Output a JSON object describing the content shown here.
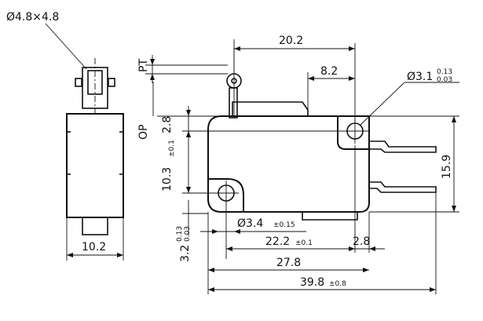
{
  "labels": {
    "roller_size": "Ø4.8×4.8",
    "pt": "PT",
    "op": "OP",
    "dim_20_2": "20.2",
    "dim_8_2": "8.2",
    "hole_3_1": "Ø3.1",
    "hole_3_1_tol_upper": "0.13",
    "hole_3_1_tol_lower": "0.03",
    "dim_2_8_top": "2.8",
    "dim_15_9": "15.9",
    "dim_10_3": "10.3",
    "dim_10_3_tol": "±0.1",
    "dim_10_2": "10.2",
    "dim_3_2": "3.2",
    "dim_3_2_tol_upper": "0.13",
    "dim_3_2_tol_lower": "0.03",
    "hole_3_4": "Ø3.4",
    "hole_3_4_tol": "±0.15",
    "dim_22_2": "22.2",
    "dim_22_2_tol": "±0.1",
    "dim_2_8_bottom": "2.8",
    "dim_27_8": "27.8",
    "dim_39_8": "39.8",
    "dim_39_8_tol": "±0.8"
  }
}
